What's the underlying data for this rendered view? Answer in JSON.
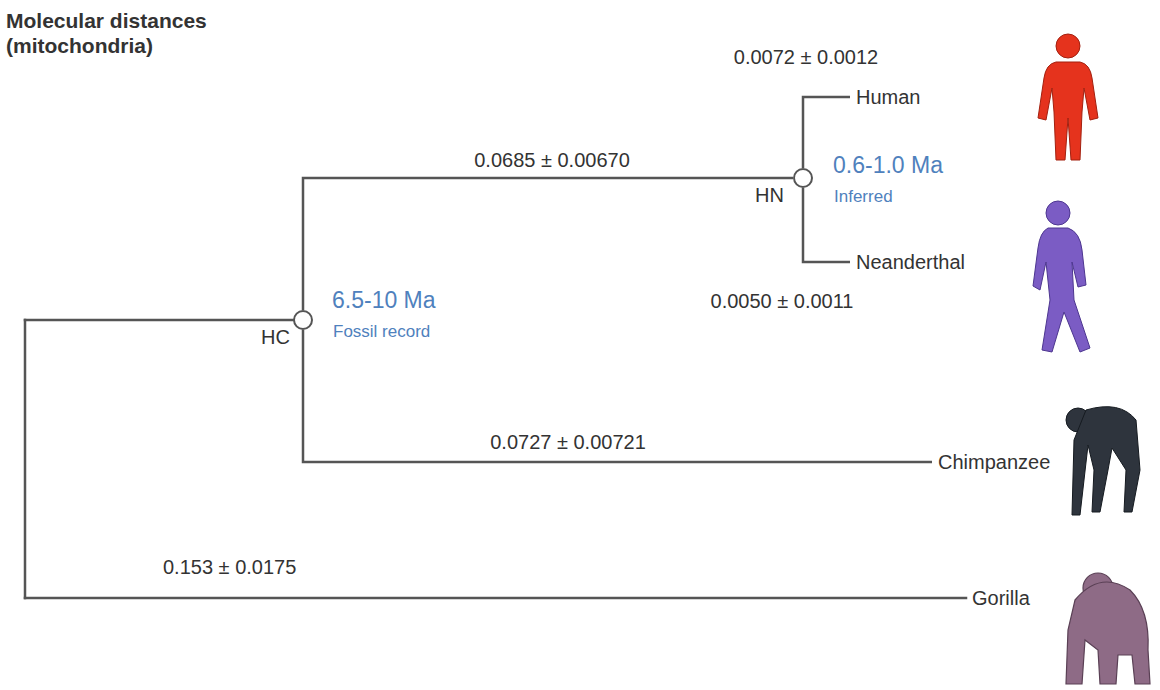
{
  "diagram": {
    "title": "Molecular distances (mitochondria)",
    "nodes": [
      {
        "text": [
          "HC"
        ]
      },
      {
        "text": [
          "HN"
        ]
      },
      {
        "text": [
          "Human"
        ]
      },
      {
        "text": [
          "Neanderthal"
        ]
      },
      {
        "text": [
          "Chimpanzee"
        ]
      },
      {
        "text": [
          "Gorilla"
        ]
      }
    ],
    "edges": [
      {
        "from": 0,
        "to": 1,
        "arrow": "none",
        "label": "0.0685 ± 0.00670"
      },
      {
        "from": 1,
        "to": 2,
        "arrow": "none",
        "label": "0.0072 ± 0.0012"
      },
      {
        "from": 1,
        "to": 3,
        "arrow": "none",
        "label": "0.0050 ± 0.0011"
      },
      {
        "from": 0,
        "to": 4,
        "arrow": "none",
        "label": "0.0727 ± 0.00721"
      }
    ],
    "labels": [
      "6.5-10 Ma",
      "Fossil record",
      "0.6-1.0 Ma",
      "Inferred",
      "0.153 ± 0.0175"
    ]
  }
}
